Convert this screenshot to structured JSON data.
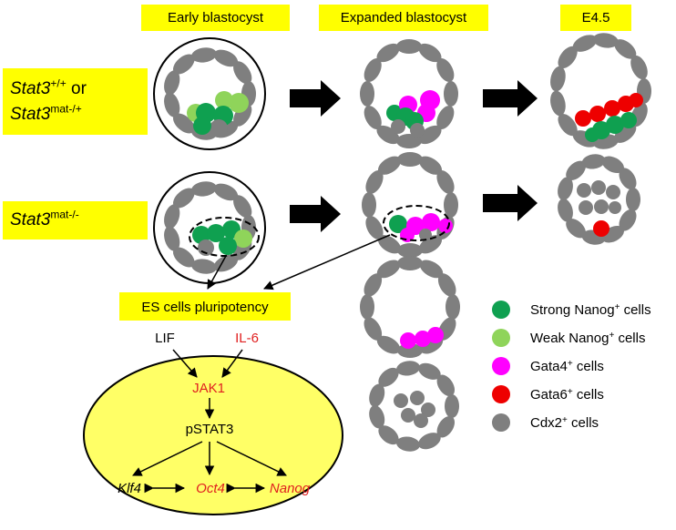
{
  "stage_headers": {
    "early": "Early blastocyst",
    "expanded": "Expanded blastocyst",
    "e45": "E4.5"
  },
  "genotypes": {
    "wt": {
      "line1_gene": "Stat3",
      "line1_sup": "+/+",
      "line1_connector": " or",
      "line2_gene": "Stat3",
      "line2_sup": "mat-/+"
    },
    "mut": {
      "gene": "Stat3",
      "sup": "mat-/-"
    }
  },
  "pathway": {
    "box_label": "ES cells pluripotency",
    "lif": "LIF",
    "il6": "IL-6",
    "jak1": "JAK1",
    "pstat3": "pSTAT3",
    "klf4": "Klf4",
    "oct4": "Oct4",
    "nanog": "Nanog"
  },
  "legend": [
    {
      "label": "Strong Nanog",
      "sup": "+",
      "suffix": " cells",
      "color": "#0fa050"
    },
    {
      "label": "Weak Nanog",
      "sup": "+",
      "suffix": " cells",
      "color": "#8fd45a"
    },
    {
      "label": "Gata4",
      "sup": "+",
      "suffix": " cells",
      "color": "#ff00ff"
    },
    {
      "label": "Gata6",
      "sup": "+",
      "suffix": " cells",
      "color": "#ee0000"
    },
    {
      "label": "Cdx2",
      "sup": "+",
      "suffix": " cells",
      "color": "#7f7f7f"
    }
  ],
  "colors": {
    "header_bg": "#ffff00",
    "red_text": "#e02020",
    "ellipse_fill": "#ffff66",
    "cdx2_gray": "#7f7f7f",
    "strong_nanog": "#0fa050",
    "weak_nanog": "#8fd45a",
    "gata4": "#ff00ff",
    "gata6": "#ee0000"
  }
}
